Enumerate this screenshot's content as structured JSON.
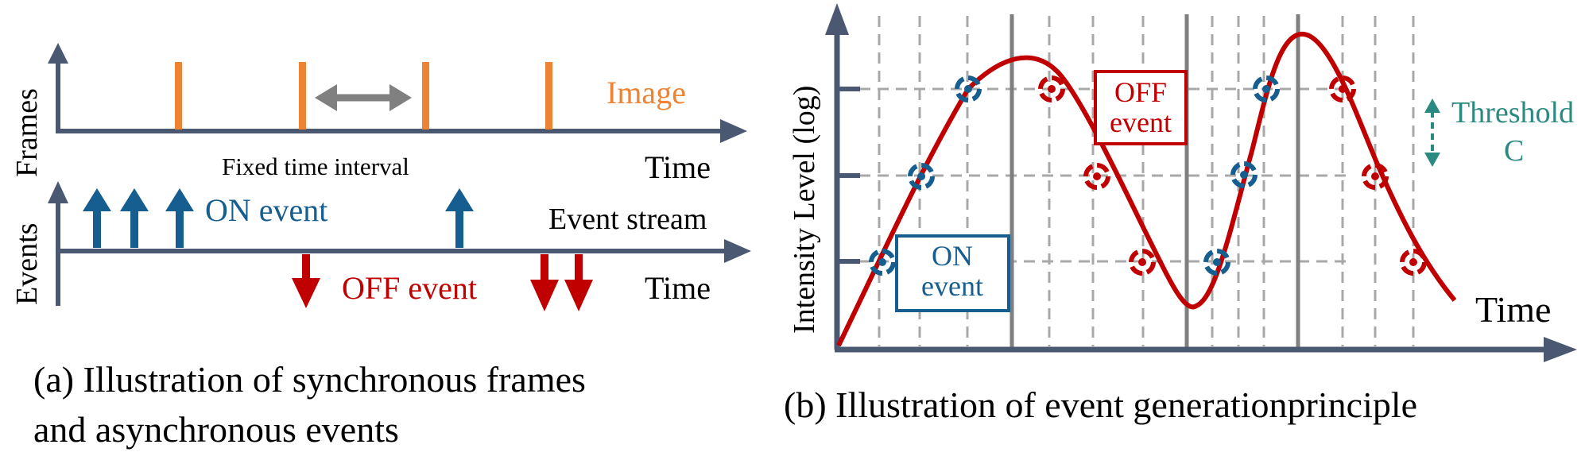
{
  "colors": {
    "axis": "#4a5872",
    "frame": "#ee8333",
    "on": "#155e8f",
    "off": "#c00000",
    "threshold": "#2a8a80",
    "grid": "#a8a8a8",
    "gridDark": "#7f7f7f",
    "interval": "#808080"
  },
  "panelA": {
    "frames_label": "Frames",
    "events_label": "Events",
    "image_label": "Image",
    "time_label_top": "Time",
    "time_label_bottom": "Time",
    "interval_label": "Fixed time interval",
    "on_label": "ON event",
    "off_label": "OFF event",
    "stream_label": "Event stream",
    "caption_line1": "(a) Illustration of synchronous frames",
    "caption_line2": "and asynchronous events"
  },
  "panelB": {
    "y_label": "Intensity Level (log)",
    "x_label": "Time",
    "off_box_line1": "OFF",
    "off_box_line2": "event",
    "on_box_line1": "ON",
    "on_box_line2": "event",
    "threshold_line1": "Threshold",
    "threshold_line2": "C",
    "caption": "(b) Illustration of event generationprinciple"
  }
}
